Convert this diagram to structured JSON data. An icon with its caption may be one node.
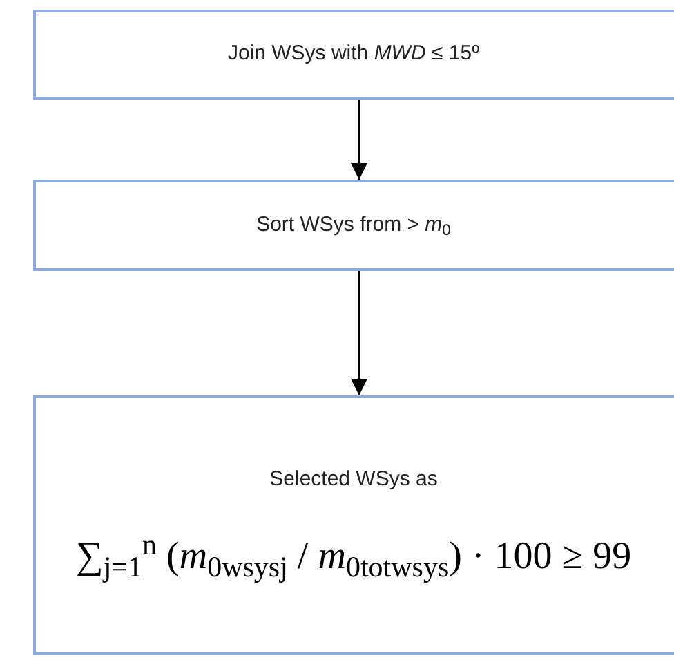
{
  "diagram": {
    "nodes": [
      {
        "text": [
          "Join WSys with *MWD* ≤ 15º"
        ]
      },
      {
        "text": [
          "Sort WSys from > *m*$_{0}$"
        ]
      },
      {
        "text": [
          "Selected WSys as",
          "∑$_{j=1}$$^{n}$ (*m*$_{0wsysj}$ / *m*$_{0totwsys}$) · 100 ≥ 99"
        ]
      }
    ],
    "edges": [
      {
        "from": 0,
        "to": 1,
        "arrow": "to"
      },
      {
        "from": 1,
        "to": 2,
        "arrow": "to"
      }
    ]
  }
}
